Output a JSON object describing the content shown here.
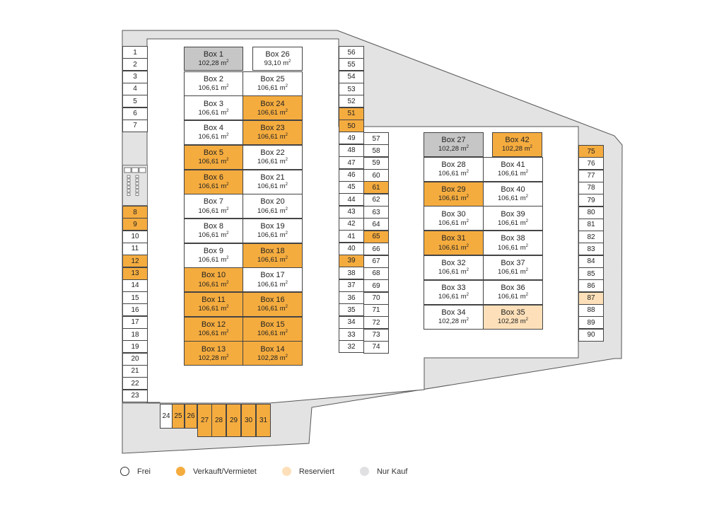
{
  "title": "Lageplan Boxen und Stellplätze",
  "statuses": {
    "frei": {
      "label": "Frei",
      "color": "#ffffff"
    },
    "sold": {
      "label": "Verkauft/Vermietet",
      "color": "#f5ac3f"
    },
    "res": {
      "label": "Reserviert",
      "color": "#fde0b9"
    },
    "kauf": {
      "label": "Nur Kauf",
      "color": "#e0e0e2"
    }
  },
  "legend": [
    {
      "key": "frei",
      "label": "Frei"
    },
    {
      "key": "sold",
      "label": "Verkauft/Vermietet"
    },
    {
      "key": "res",
      "label": "Reserviert"
    },
    {
      "key": "kauf",
      "label": "Nur Kauf"
    }
  ],
  "area_unit": "m²",
  "boxes_left": [
    {
      "left": {
        "name": "Box 1",
        "area": "102,28",
        "status": "kauf"
      },
      "right": {
        "name": "Box 26",
        "area": "93,10",
        "status": "frei"
      }
    },
    {
      "left": {
        "name": "Box 2",
        "area": "106,61",
        "status": "frei"
      },
      "right": {
        "name": "Box 25",
        "area": "106,61",
        "status": "frei"
      }
    },
    {
      "left": {
        "name": "Box 3",
        "area": "106,61",
        "status": "frei"
      },
      "right": {
        "name": "Box 24",
        "area": "106,61",
        "status": "sold"
      }
    },
    {
      "left": {
        "name": "Box 4",
        "area": "106,61",
        "status": "frei"
      },
      "right": {
        "name": "Box 23",
        "area": "106,61",
        "status": "sold"
      }
    },
    {
      "left": {
        "name": "Box 5",
        "area": "106,61",
        "status": "sold"
      },
      "right": {
        "name": "Box 22",
        "area": "106,61",
        "status": "frei"
      }
    },
    {
      "left": {
        "name": "Box 6",
        "area": "106,61",
        "status": "sold"
      },
      "right": {
        "name": "Box 21",
        "area": "106,61",
        "status": "frei"
      }
    },
    {
      "left": {
        "name": "Box 7",
        "area": "106,61",
        "status": "frei"
      },
      "right": {
        "name": "Box 20",
        "area": "106,61",
        "status": "frei"
      }
    },
    {
      "left": {
        "name": "Box 8",
        "area": "106,61",
        "status": "frei"
      },
      "right": {
        "name": "Box 19",
        "area": "106,61",
        "status": "frei"
      }
    },
    {
      "left": {
        "name": "Box 9",
        "area": "106,61",
        "status": "frei"
      },
      "right": {
        "name": "Box 18",
        "area": "106,61",
        "status": "sold"
      }
    },
    {
      "left": {
        "name": "Box 10",
        "area": "106,61",
        "status": "sold"
      },
      "right": {
        "name": "Box 17",
        "area": "106,61",
        "status": "frei"
      }
    },
    {
      "left": {
        "name": "Box 11",
        "area": "106,61",
        "status": "sold"
      },
      "right": {
        "name": "Box 16",
        "area": "106,61",
        "status": "sold"
      }
    },
    {
      "left": {
        "name": "Box 12",
        "area": "106,61",
        "status": "sold"
      },
      "right": {
        "name": "Box 15",
        "area": "106,61",
        "status": "sold"
      }
    },
    {
      "left": {
        "name": "Box 13",
        "area": "102,28",
        "status": "sold"
      },
      "right": {
        "name": "Box 14",
        "area": "102,28",
        "status": "sold"
      }
    }
  ],
  "boxes_right": [
    {
      "left": {
        "name": "Box 27",
        "area": "102,28",
        "status": "kauf"
      },
      "right": {
        "name": "Box 42",
        "area": "102,28",
        "status": "sold"
      }
    },
    {
      "left": {
        "name": "Box 28",
        "area": "106,61",
        "status": "frei"
      },
      "right": {
        "name": "Box 41",
        "area": "106,61",
        "status": "frei"
      }
    },
    {
      "left": {
        "name": "Box 29",
        "area": "106,61",
        "status": "sold"
      },
      "right": {
        "name": "Box 40",
        "area": "106,61",
        "status": "frei"
      }
    },
    {
      "left": {
        "name": "Box 30",
        "area": "106,61",
        "status": "frei"
      },
      "right": {
        "name": "Box 39",
        "area": "106,61",
        "status": "frei"
      }
    },
    {
      "left": {
        "name": "Box 31",
        "area": "106,61",
        "status": "sold"
      },
      "right": {
        "name": "Box 38",
        "area": "106,61",
        "status": "frei"
      }
    },
    {
      "left": {
        "name": "Box 32",
        "area": "106,61",
        "status": "frei"
      },
      "right": {
        "name": "Box 37",
        "area": "106,61",
        "status": "frei"
      }
    },
    {
      "left": {
        "name": "Box 33",
        "area": "106,61",
        "status": "frei"
      },
      "right": {
        "name": "Box 36",
        "area": "106,61",
        "status": "frei"
      }
    },
    {
      "left": {
        "name": "Box 34",
        "area": "102,28",
        "status": "frei"
      },
      "right": {
        "name": "Box 35",
        "area": "102,28",
        "status": "res"
      }
    }
  ],
  "spots_left_top": [
    {
      "n": "1",
      "status": "frei"
    },
    {
      "n": "2",
      "status": "frei"
    },
    {
      "n": "3",
      "status": "frei"
    },
    {
      "n": "4",
      "status": "frei"
    },
    {
      "n": "5",
      "status": "frei"
    },
    {
      "n": "6",
      "status": "frei"
    },
    {
      "n": "7",
      "status": "frei"
    }
  ],
  "spots_left_bottom": [
    {
      "n": "8",
      "status": "sold"
    },
    {
      "n": "9",
      "status": "sold"
    },
    {
      "n": "10",
      "status": "frei"
    },
    {
      "n": "11",
      "status": "frei"
    },
    {
      "n": "12",
      "status": "sold"
    },
    {
      "n": "13",
      "status": "sold"
    },
    {
      "n": "14",
      "status": "frei"
    },
    {
      "n": "15",
      "status": "frei"
    },
    {
      "n": "16",
      "status": "frei"
    },
    {
      "n": "17",
      "status": "frei"
    },
    {
      "n": "18",
      "status": "frei"
    },
    {
      "n": "19",
      "status": "frei"
    },
    {
      "n": "20",
      "status": "frei"
    },
    {
      "n": "21",
      "status": "frei"
    },
    {
      "n": "22",
      "status": "frei"
    },
    {
      "n": "23",
      "status": "frei"
    }
  ],
  "spots_bottom": [
    {
      "n": "24",
      "status": "frei"
    },
    {
      "n": "25",
      "status": "sold"
    },
    {
      "n": "26",
      "status": "sold"
    },
    {
      "n": "27",
      "status": "sold"
    },
    {
      "n": "28",
      "status": "sold"
    },
    {
      "n": "29",
      "status": "sold"
    },
    {
      "n": "30",
      "status": "sold"
    },
    {
      "n": "31",
      "status": "sold"
    }
  ],
  "spots_center_a": [
    {
      "n": "56",
      "status": "frei"
    },
    {
      "n": "55",
      "status": "frei"
    },
    {
      "n": "54",
      "status": "frei"
    },
    {
      "n": "53",
      "status": "frei"
    },
    {
      "n": "52",
      "status": "frei"
    },
    {
      "n": "51",
      "status": "sold"
    },
    {
      "n": "50",
      "status": "sold"
    },
    {
      "n": "49",
      "status": "frei"
    },
    {
      "n": "48",
      "status": "frei"
    },
    {
      "n": "47",
      "status": "frei"
    },
    {
      "n": "46",
      "status": "frei"
    },
    {
      "n": "45",
      "status": "frei"
    },
    {
      "n": "44",
      "status": "frei"
    },
    {
      "n": "43",
      "status": "frei"
    },
    {
      "n": "42",
      "status": "frei"
    },
    {
      "n": "41",
      "status": "frei"
    },
    {
      "n": "40",
      "status": "frei"
    },
    {
      "n": "39",
      "status": "sold"
    },
    {
      "n": "38",
      "status": "frei"
    },
    {
      "n": "37",
      "status": "frei"
    },
    {
      "n": "36",
      "status": "frei"
    },
    {
      "n": "35",
      "status": "frei"
    },
    {
      "n": "34",
      "status": "frei"
    },
    {
      "n": "33",
      "status": "frei"
    },
    {
      "n": "32",
      "status": "frei"
    }
  ],
  "spots_center_b": [
    {
      "n": "57",
      "status": "frei"
    },
    {
      "n": "58",
      "status": "frei"
    },
    {
      "n": "59",
      "status": "frei"
    },
    {
      "n": "60",
      "status": "frei"
    },
    {
      "n": "61",
      "status": "sold"
    },
    {
      "n": "62",
      "status": "frei"
    },
    {
      "n": "63",
      "status": "frei"
    },
    {
      "n": "64",
      "status": "frei"
    },
    {
      "n": "65",
      "status": "sold"
    },
    {
      "n": "66",
      "status": "frei"
    },
    {
      "n": "67",
      "status": "frei"
    },
    {
      "n": "68",
      "status": "frei"
    },
    {
      "n": "69",
      "status": "frei"
    },
    {
      "n": "70",
      "status": "frei"
    },
    {
      "n": "71",
      "status": "frei"
    },
    {
      "n": "72",
      "status": "frei"
    },
    {
      "n": "73",
      "status": "frei"
    },
    {
      "n": "74",
      "status": "frei"
    }
  ],
  "spots_right": [
    {
      "n": "75",
      "status": "sold"
    },
    {
      "n": "76",
      "status": "frei"
    },
    {
      "n": "77",
      "status": "frei"
    },
    {
      "n": "78",
      "status": "frei"
    },
    {
      "n": "79",
      "status": "frei"
    },
    {
      "n": "80",
      "status": "frei"
    },
    {
      "n": "81",
      "status": "frei"
    },
    {
      "n": "82",
      "status": "frei"
    },
    {
      "n": "83",
      "status": "frei"
    },
    {
      "n": "84",
      "status": "frei"
    },
    {
      "n": "85",
      "status": "frei"
    },
    {
      "n": "86",
      "status": "frei"
    },
    {
      "n": "87",
      "status": "res"
    },
    {
      "n": "88",
      "status": "frei"
    },
    {
      "n": "89",
      "status": "frei"
    },
    {
      "n": "90",
      "status": "frei"
    }
  ]
}
